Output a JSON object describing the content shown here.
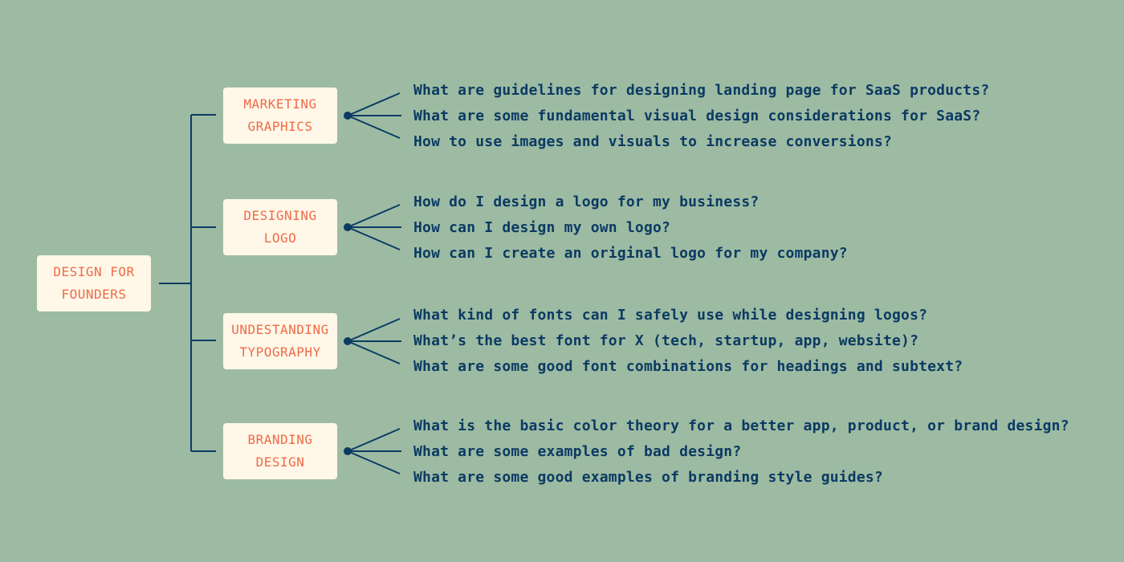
{
  "root": {
    "line1": "DESIGN FOR",
    "line2": "FOUNDERS"
  },
  "branches": [
    {
      "line1": "MARKETING",
      "line2": "GRAPHICS",
      "questions": [
        "What are guidelines for designing landing page for SaaS products?",
        "What are some fundamental visual design considerations for SaaS?",
        "How to use images and visuals to increase conversions?"
      ]
    },
    {
      "line1": "DESIGNING",
      "line2": "LOGO",
      "questions": [
        "How do I design a logo for my business?",
        "How can I design my own logo?",
        "How can I create an original logo for my company?"
      ]
    },
    {
      "line1": "UNDESTANDING",
      "line2": "TYPOGRAPHY",
      "questions": [
        "What kind of fonts can I safely use while designing logos?",
        "What’s the best font for X (tech, startup, app, website)?",
        "What are some good font combinations for headings and subtext?"
      ]
    },
    {
      "line1": "BRANDING",
      "line2": "DESIGN",
      "questions": [
        "What is the basic color theory for a better app, product, or brand design?",
        "What are some examples of bad design?",
        "What are some good examples of branding style guides?"
      ]
    }
  ],
  "colors": {
    "background": "#9dbba2",
    "box": "#fff8e8",
    "accent": "#f06a48",
    "text": "#0b3a63"
  }
}
